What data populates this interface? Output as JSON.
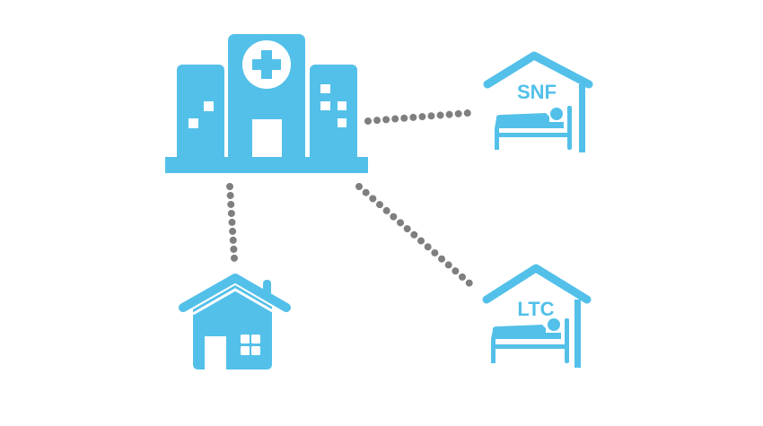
{
  "diagram": {
    "colors": {
      "icon": "#53c0e9",
      "connector": "#7f7f7f",
      "background": "#ffffff"
    },
    "nodes": [
      {
        "id": "hospital",
        "icon": "hospital-icon"
      },
      {
        "id": "home",
        "icon": "home-icon"
      },
      {
        "id": "snf",
        "icon": "facility-bed-icon",
        "label": "SNF"
      },
      {
        "id": "ltc",
        "icon": "facility-bed-icon",
        "label": "LTC"
      }
    ],
    "connections": [
      {
        "from": "hospital",
        "to": "snf",
        "style": "dotted"
      },
      {
        "from": "hospital",
        "to": "home",
        "style": "dotted"
      },
      {
        "from": "hospital",
        "to": "ltc",
        "style": "dotted"
      }
    ]
  }
}
